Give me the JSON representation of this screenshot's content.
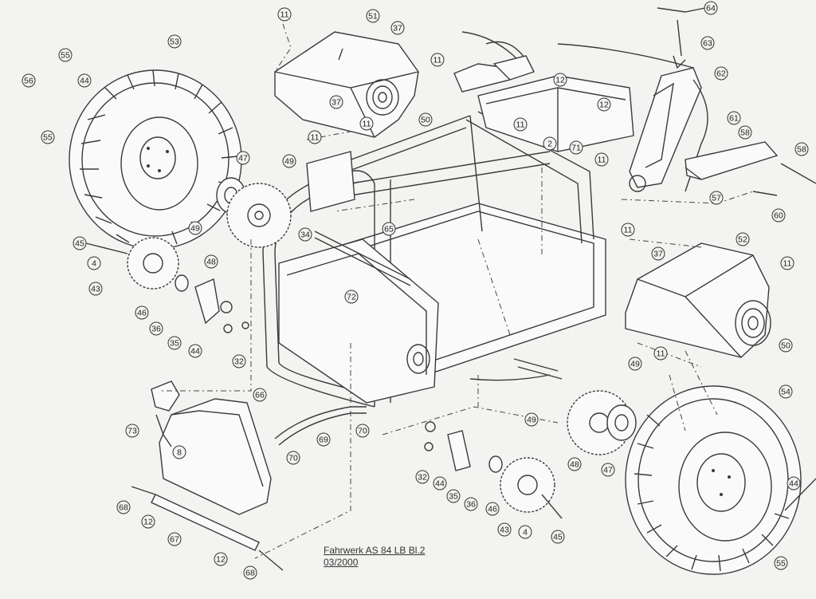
{
  "title": {
    "line1": "Fahrwerk AS 84 LB Bl.2",
    "line2": "03/2000"
  },
  "callouts": [
    {
      "id": "c1",
      "label": "11"
    },
    {
      "id": "c2",
      "label": "51"
    },
    {
      "id": "c3",
      "label": "37"
    },
    {
      "id": "c4",
      "label": "11"
    },
    {
      "id": "c5",
      "label": "37"
    },
    {
      "id": "c6",
      "label": "11"
    },
    {
      "id": "c7",
      "label": "50"
    },
    {
      "id": "c8",
      "label": "11"
    },
    {
      "id": "c9",
      "label": "53"
    },
    {
      "id": "c10",
      "label": "55"
    },
    {
      "id": "c11",
      "label": "56"
    },
    {
      "id": "c12",
      "label": "44"
    },
    {
      "id": "c13",
      "label": "55"
    },
    {
      "id": "c14",
      "label": "47"
    },
    {
      "id": "c15",
      "label": "49"
    },
    {
      "id": "c16",
      "label": "49"
    },
    {
      "id": "c17",
      "label": "45"
    },
    {
      "id": "c18",
      "label": "4"
    },
    {
      "id": "c19",
      "label": "48"
    },
    {
      "id": "c20",
      "label": "43"
    },
    {
      "id": "c21",
      "label": "46"
    },
    {
      "id": "c22",
      "label": "36"
    },
    {
      "id": "c23",
      "label": "35"
    },
    {
      "id": "c24",
      "label": "44"
    },
    {
      "id": "c25",
      "label": "32"
    },
    {
      "id": "c26",
      "label": "34"
    },
    {
      "id": "c27",
      "label": "65"
    },
    {
      "id": "c28",
      "label": "72"
    },
    {
      "id": "c29",
      "label": "64"
    },
    {
      "id": "c30",
      "label": "63"
    },
    {
      "id": "c31",
      "label": "62"
    },
    {
      "id": "c32",
      "label": "12"
    },
    {
      "id": "c33",
      "label": "12"
    },
    {
      "id": "c34",
      "label": "11"
    },
    {
      "id": "c35",
      "label": "2"
    },
    {
      "id": "c36",
      "label": "71"
    },
    {
      "id": "c37",
      "label": "11"
    },
    {
      "id": "c38",
      "label": "61"
    },
    {
      "id": "c39",
      "label": "58"
    },
    {
      "id": "c40",
      "label": "58"
    },
    {
      "id": "c41",
      "label": "57"
    },
    {
      "id": "c42",
      "label": "60"
    },
    {
      "id": "c43",
      "label": "11"
    },
    {
      "id": "c44",
      "label": "37"
    },
    {
      "id": "c45",
      "label": "52"
    },
    {
      "id": "c46",
      "label": "11"
    },
    {
      "id": "c47",
      "label": "11"
    },
    {
      "id": "c48",
      "label": "50"
    },
    {
      "id": "c49",
      "label": "49"
    },
    {
      "id": "c50",
      "label": "54"
    },
    {
      "id": "c51",
      "label": "66"
    },
    {
      "id": "c52",
      "label": "73"
    },
    {
      "id": "c53",
      "label": "8"
    },
    {
      "id": "c54",
      "label": "69"
    },
    {
      "id": "c55",
      "label": "70"
    },
    {
      "id": "c56",
      "label": "70"
    },
    {
      "id": "c57",
      "label": "68"
    },
    {
      "id": "c58",
      "label": "12"
    },
    {
      "id": "c59",
      "label": "67"
    },
    {
      "id": "c60",
      "label": "12"
    },
    {
      "id": "c61",
      "label": "68"
    },
    {
      "id": "c62",
      "label": "49"
    },
    {
      "id": "c63",
      "label": "32"
    },
    {
      "id": "c64",
      "label": "44"
    },
    {
      "id": "c65",
      "label": "35"
    },
    {
      "id": "c66",
      "label": "36"
    },
    {
      "id": "c67",
      "label": "46"
    },
    {
      "id": "c68",
      "label": "43"
    },
    {
      "id": "c69",
      "label": "4"
    },
    {
      "id": "c70",
      "label": "45"
    },
    {
      "id": "c71",
      "label": "48"
    },
    {
      "id": "c72",
      "label": "47"
    },
    {
      "id": "c73",
      "label": "44"
    },
    {
      "id": "c74",
      "label": "55"
    }
  ],
  "colors": {
    "line": "#3a3a3a",
    "paper": "#f3f3f1"
  }
}
